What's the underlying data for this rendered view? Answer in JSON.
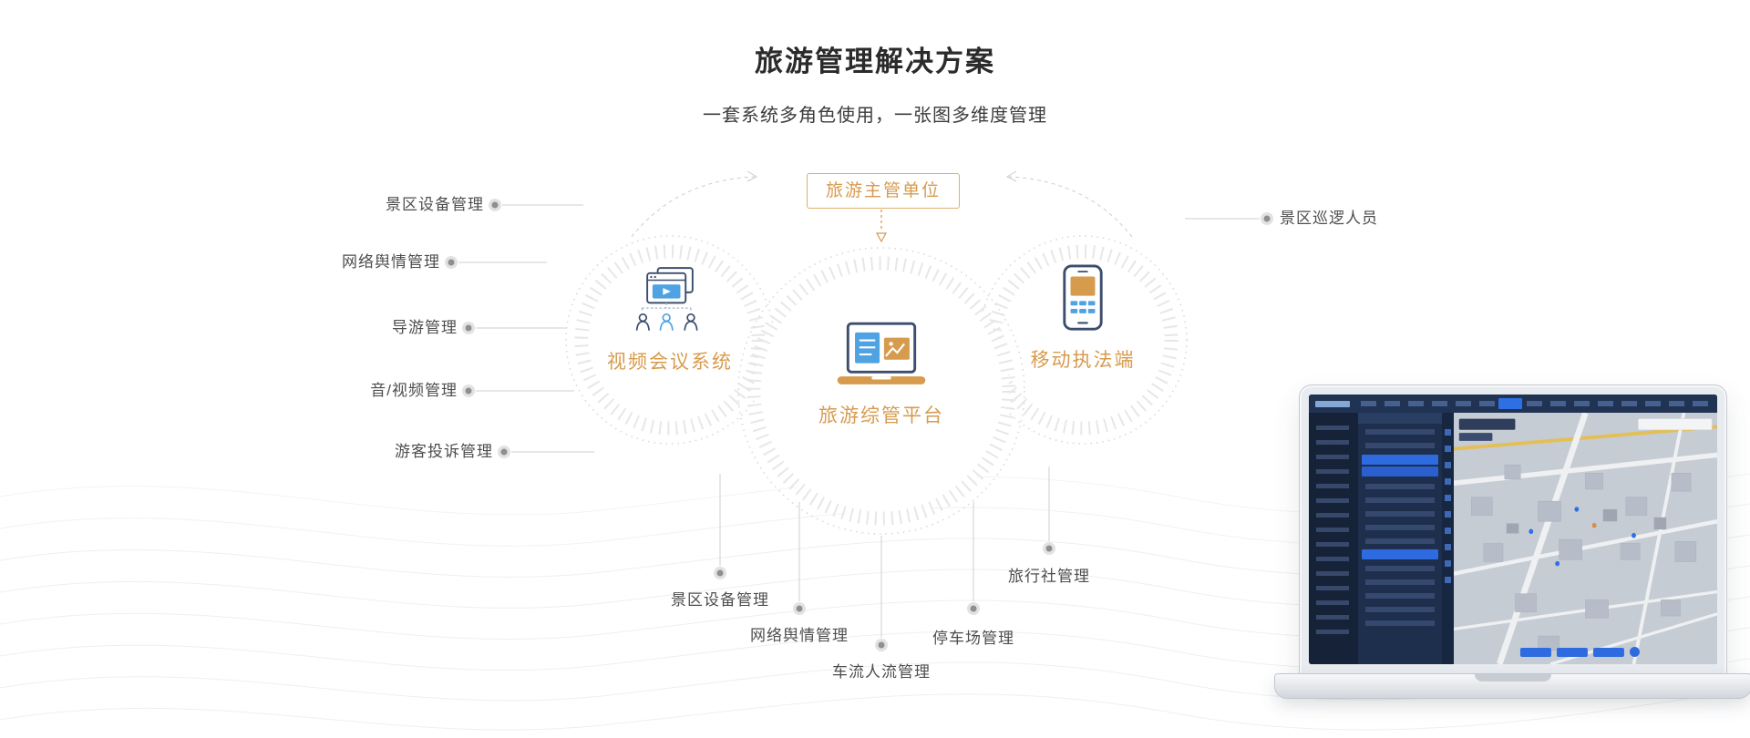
{
  "header": {
    "title": "旅游管理解决方案",
    "subtitle": "一套系统多角色使用，一张图多维度管理"
  },
  "diagram": {
    "authority_label": "旅游主管单位",
    "nodes": [
      {
        "label": "视频会议系统",
        "icon": "video-conference-icon"
      },
      {
        "label": "旅游综管平台",
        "icon": "platform-laptop-icon"
      },
      {
        "label": "移动执法端",
        "icon": "mobile-terminal-icon"
      }
    ],
    "callouts_left": [
      "景区设备管理",
      "网络舆情管理",
      "导游管理",
      "音/视频管理",
      "游客投诉管理"
    ],
    "callouts_right": [
      "景区巡逻人员",
      "旅行社管理"
    ],
    "callouts_bottom": [
      "景区设备管理",
      "网络舆情管理",
      "车流人流管理",
      "停车场管理"
    ]
  },
  "colors": {
    "accent_orange": "#D79B4E",
    "icon_blue": "#4FA3E3",
    "icon_navy": "#3C4D6E",
    "connector_gray": "#CFCFCF",
    "label_text": "#4D4D4D",
    "dashboard_highlight": "#2E6BE0"
  },
  "icons": [
    "video-conference-icon",
    "platform-laptop-icon",
    "mobile-terminal-icon",
    "down-arrow-icon",
    "connector-dot"
  ]
}
